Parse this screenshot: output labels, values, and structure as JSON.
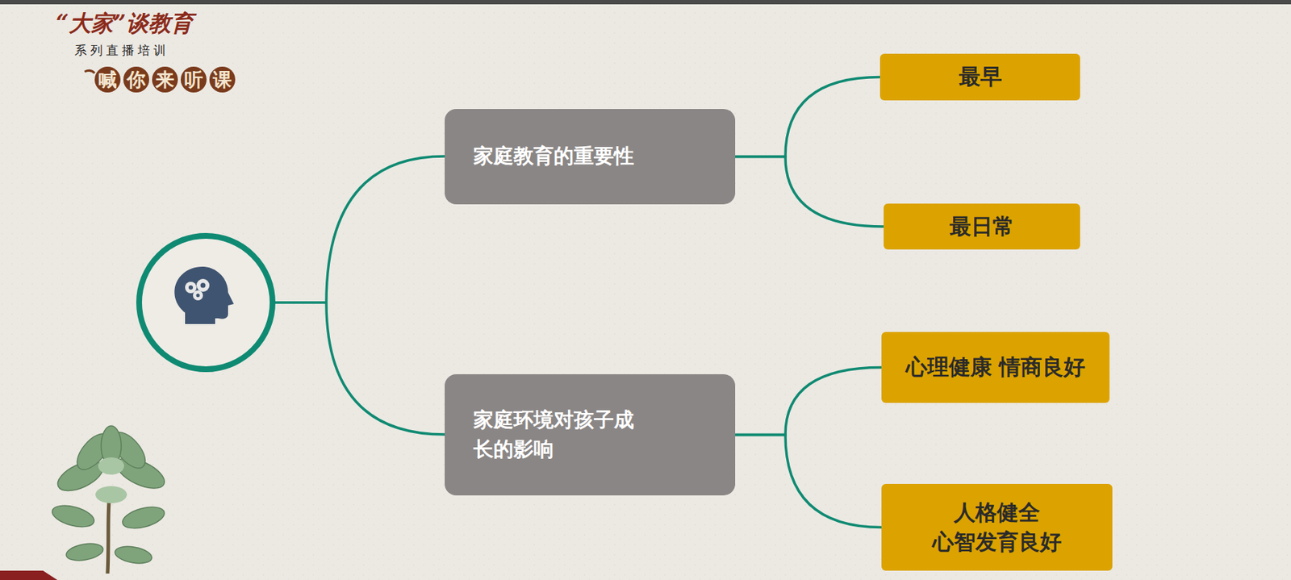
{
  "diagram": {
    "nodes": [
      {
        "text": [
          "家庭教育的重要性"
        ]
      },
      {
        "text": [
          "最早"
        ]
      },
      {
        "text": [
          "最日常"
        ]
      },
      {
        "text": [
          "家庭环境对孩子成长的影响"
        ]
      },
      {
        "text": [
          "心理健康 情商良好"
        ]
      },
      {
        "text": [
          "人格健全 心智发育良好"
        ]
      }
    ],
    "edges": [
      {
        "from": 0,
        "to": 1,
        "arrow": "none"
      },
      {
        "from": 0,
        "to": 2,
        "arrow": "none"
      },
      {
        "from": 3,
        "to": 4,
        "arrow": "none"
      },
      {
        "from": 3,
        "to": 5,
        "arrow": "none"
      }
    ],
    "labels": [
      "“大家”谈教育",
      "系列直播培训",
      "喊你来听课"
    ]
  }
}
